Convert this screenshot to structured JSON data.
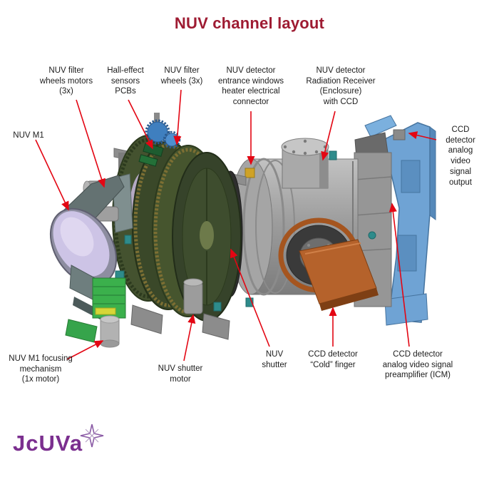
{
  "title": "NUV channel layout",
  "logo": {
    "text": "JcUVa"
  },
  "colors": {
    "title": "#9e1b32",
    "arrow": "#e30613",
    "logo_purple": "#7b2f8f",
    "cad_body_gray": "#9b9b9b",
    "cad_wheel_green": "#3e4d2e",
    "cad_bracket_blue": "#6fa3d4",
    "cad_copper": "#b5622b",
    "cad_motor_green": "#3bb04c",
    "cad_mirror_lavender": "#cdc4e6"
  },
  "labels": {
    "filter_wheels_motors": "NUV filter\nwheels motors\n(3x)",
    "hall_effect_pcbs": "Hall-effect\nsensors\nPCBs",
    "filter_wheels": "NUV filter\nwheels (3x)",
    "entrance_windows_connector": "NUV detector\nentrance windows\nheater electrical\nconnector",
    "radiation_receiver": "NUV detector\nRadiation Receiver\n(Enclosure)\nwith CCD",
    "video_output": "CCD detector\nanalog video\nsignal output",
    "nuv_m1": "NUV M1",
    "m1_focusing": "NUV M1 focusing\nmechanism\n(1x motor)",
    "shutter_motor": "NUV shutter\nmotor",
    "shutter": "NUV\nshutter",
    "cold_finger": "CCD detector\n“Cold” finger",
    "preamplifier": "CCD detector\nanalog video signal\npreamplifier (ICM)"
  }
}
